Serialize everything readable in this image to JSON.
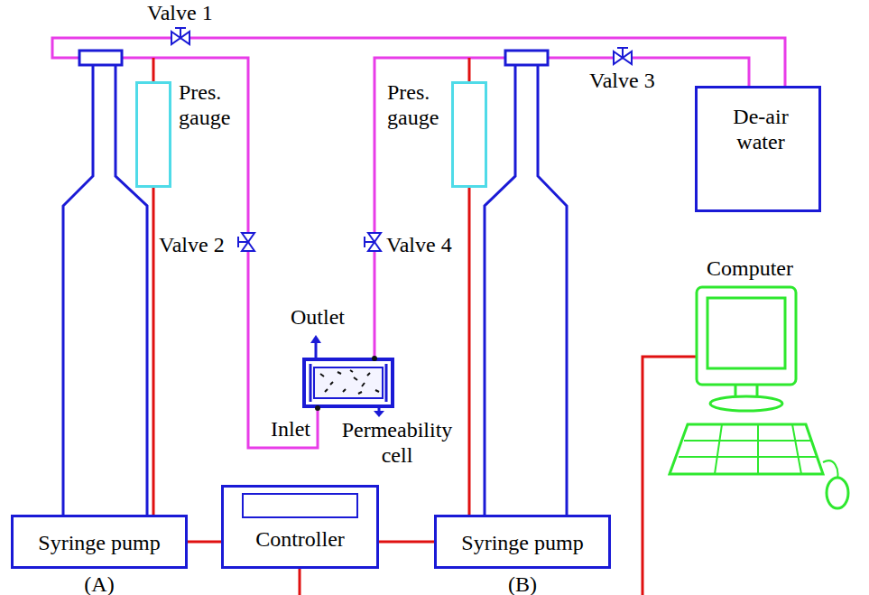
{
  "diagram": {
    "nodes": [
      {
        "text": [
          "Pres. gauge"
        ]
      },
      {
        "text": [
          "Pres. gauge"
        ]
      },
      {
        "text": [
          "De-air water"
        ]
      },
      {
        "text": [
          "Syringe pump",
          "(A)"
        ]
      },
      {
        "text": [
          "Controller"
        ]
      },
      {
        "text": [
          "Syringe pump",
          "(B)"
        ]
      }
    ],
    "edges": [
      {
        "from": 0,
        "to": 3,
        "arrow": "none"
      },
      {
        "from": 1,
        "to": 5,
        "arrow": "none"
      },
      {
        "from": 3,
        "to": 4,
        "arrow": "none"
      },
      {
        "from": 4,
        "to": 5,
        "arrow": "none"
      }
    ],
    "labels": [
      "Valve 1",
      "Valve 2",
      "Valve 3",
      "Valve 4",
      "Outlet",
      "Inlet",
      "Permeability cell",
      "Computer"
    ]
  }
}
